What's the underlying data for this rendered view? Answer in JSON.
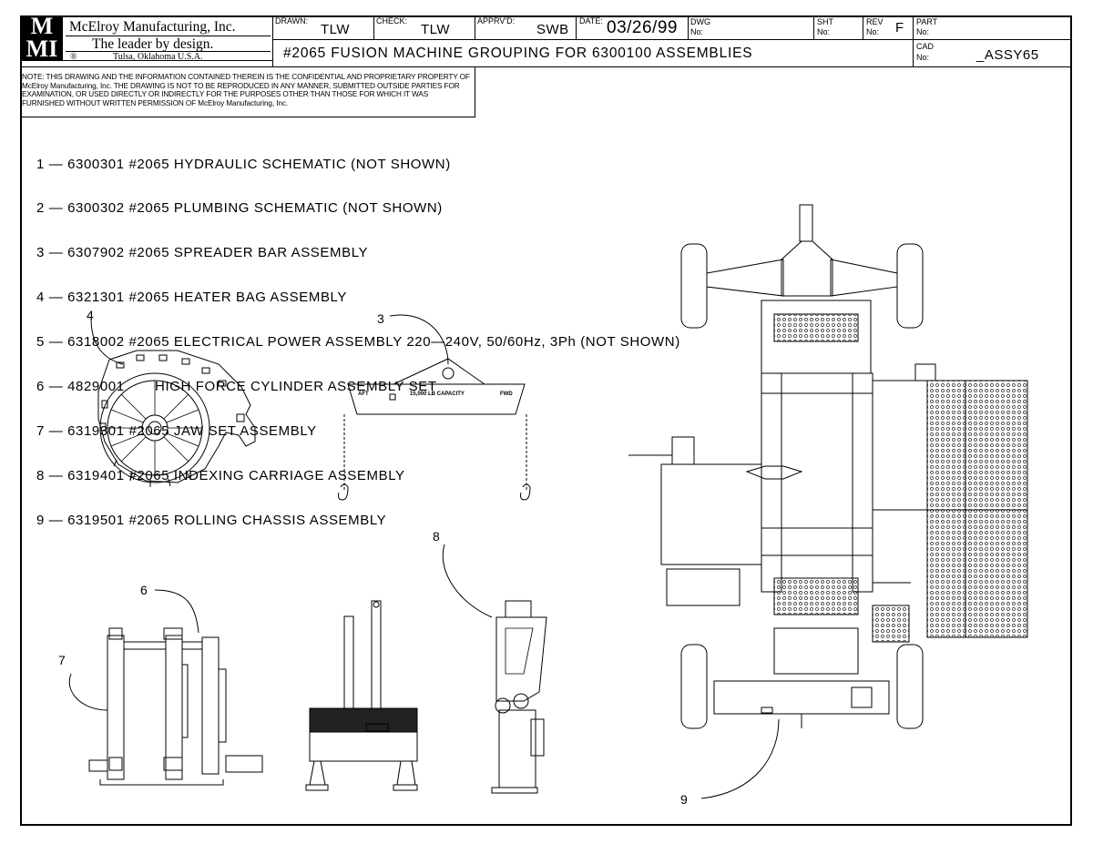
{
  "company": {
    "logo_letters": [
      "M",
      "M",
      "M",
      "I"
    ],
    "name": "McElroy Manufacturing, Inc.",
    "slogan": "The leader by design.",
    "registered": "®",
    "location": "Tulsa, Oklahoma U.S.A."
  },
  "title_block": {
    "drawn_label": "DRAWN:",
    "drawn_value": "TLW",
    "check_label": "CHECK:",
    "check_value": "TLW",
    "apprvd_label": "APPRV'D:",
    "apprvd_value": "SWB",
    "date_label": "DATE:",
    "date_value": "03/26/99",
    "dwg_label": "DWG",
    "dwg_no_label": "No:",
    "sht_label": "SHT",
    "sht_no_label": "No:",
    "rev_label": "REV",
    "rev_no_label": "No:",
    "rev_value": "F",
    "part_label": "PART",
    "part_no_label": "No:",
    "cad_label": "CAD",
    "cad_no_label": "No:",
    "cad_value": "_ASSY65",
    "title": "#2065 FUSION MACHINE GROUPING FOR 6300100 ASSEMBLIES"
  },
  "note": "NOTE: THIS DRAWING AND THE INFORMATION CONTAINED THEREIN IS THE CONFIDENTIAL AND PROPRIETARY PROPERTY OF McElroy Manufacturing, Inc. THE DRAWING IS NOT TO BE REPRODUCED IN ANY MANNER, SUBMITTED OUTSIDE PARTIES FOR EXAMINATION, OR USED DIRECTLY OR INDIRECTLY FOR THE PURPOSES OTHER THAN THOSE FOR WHICH IT WAS FURNISHED WITHOUT WRITTEN PERMISSION OF McElroy Manufacturing, Inc.",
  "parts_list": [
    "1 — 6300301 #2065 HYDRAULIC SCHEMATIC (NOT SHOWN)",
    "2 — 6300302 #2065 PLUMBING SCHEMATIC (NOT SHOWN)",
    "3 — 6307902 #2065 SPREADER BAR ASSEMBLY",
    "4 — 6321301 #2065 HEATER BAG ASSEMBLY",
    "5 — 6318002 #2065 ELECTRICAL POWER ASSEMBLY 220—240V, 50/60Hz, 3Ph (NOT SHOWN)",
    "6 — 4829001       HIGH FORCE CYLINDER ASSEMBLY SET",
    "7 — 6319301 #2065 JAW SET ASSEMBLY",
    "8 — 6319401 #2065 INDEXING CARRIAGE ASSEMBLY",
    "9 — 6319501 #2065 ROLLING CHASSIS ASSEMBLY"
  ],
  "callouts": {
    "c3": "3",
    "c4": "4",
    "c6": "6",
    "c7": "7",
    "c8": "8",
    "c9": "9"
  },
  "spreader_bar": {
    "aft": "AFT",
    "capacity": "15,000 LB CAPACITY",
    "fwd": "FWD"
  }
}
